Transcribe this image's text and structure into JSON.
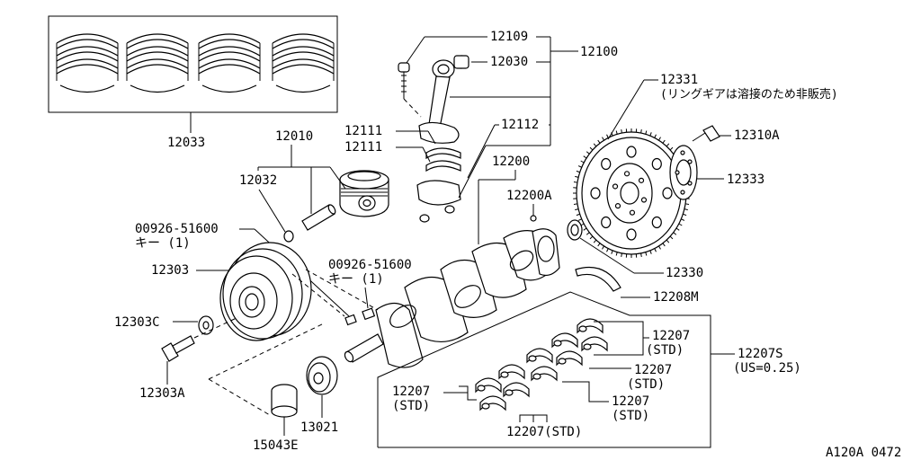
{
  "labels": {
    "p12033": "12033",
    "p12010": "12010",
    "p12032": "12032",
    "p12109": "12109",
    "p12030": "12030",
    "p12100": "12100",
    "p12111a": "12111",
    "p12111b": "12111",
    "p12112": "12112",
    "p12200": "12200",
    "p12200a": "12200A",
    "key1_part": "00926-51600",
    "key1_note": "キー (1)",
    "key2_part": "00926-51600",
    "key2_note": "キー (1)",
    "p12303": "12303",
    "p12303c": "12303C",
    "p12303a": "12303A",
    "p13021": "13021",
    "p15043e": "15043E",
    "p12331": "12331",
    "p12331_note": "(リングギアは溶接のため非販売)",
    "p12310a": "12310A",
    "p12333": "12333",
    "p12330": "12330",
    "p12208m": "12208M",
    "b1_part": "12207",
    "b1_std": "(STD)",
    "b2_part": "12207",
    "b2_std": "(STD)",
    "b3_part": "12207",
    "b3_std": "(STD)",
    "b4_part": "12207",
    "b4_std": "(STD)",
    "b5": "12207(STD)",
    "p12207s": "12207S",
    "p12207s_note": "(US=0.25)",
    "ref_code": "A120A 0472"
  }
}
